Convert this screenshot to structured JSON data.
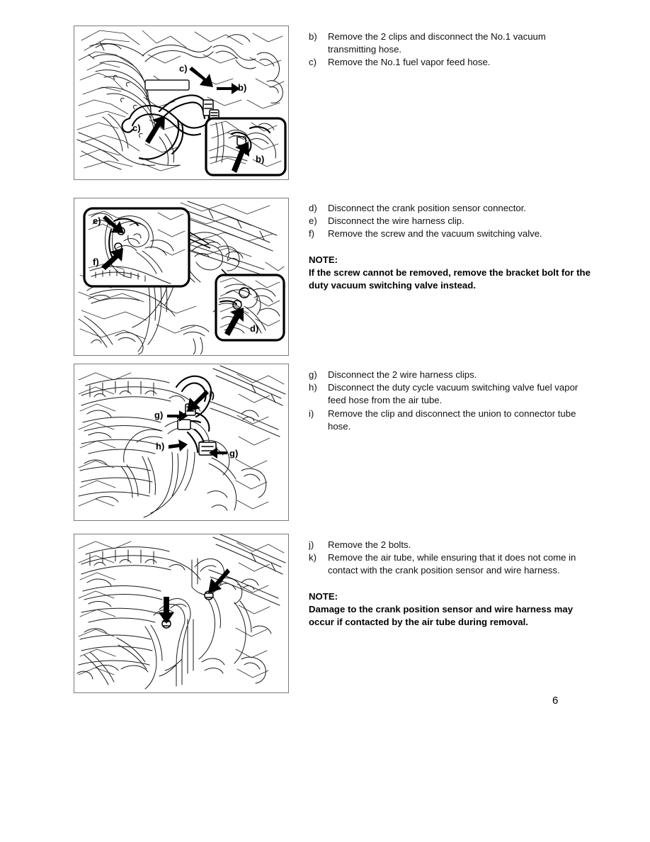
{
  "page": {
    "number": "6",
    "background_color": "#ffffff",
    "panel_border_color": "#7a7a7a",
    "ink_color": "#1a1a1a"
  },
  "sections": [
    {
      "id": "section-b-c",
      "figure": {
        "name": "engine-vacuum-hose-diagram",
        "callouts": [
          {
            "label": "c)",
            "arrow": "down-right"
          },
          {
            "label": "b)",
            "arrow": "left"
          },
          {
            "label": "c)",
            "arrow": "up-right"
          }
        ],
        "insets": [
          {
            "label": "b)",
            "arrow": "up-right",
            "position": "bottom-right"
          }
        ]
      },
      "items": [
        {
          "marker": "b)",
          "text": "Remove the 2 clips and disconnect the No.1 vacuum transmitting hose."
        },
        {
          "marker": "c)",
          "text": "Remove the No.1 fuel vapor feed hose."
        }
      ],
      "note": null
    },
    {
      "id": "section-d-e-f",
      "figure": {
        "name": "crank-position-sensor-diagram",
        "callouts": [],
        "insets": [
          {
            "label": "e)",
            "arrow": "down-right",
            "position": "top-left"
          },
          {
            "label": "f)",
            "arrow": "up-right",
            "position": "top-left"
          },
          {
            "label": "d)",
            "arrow": "up-right",
            "position": "bottom-right"
          }
        ]
      },
      "items": [
        {
          "marker": "d)",
          "text": "Disconnect the crank position sensor connector."
        },
        {
          "marker": "e)",
          "text": "Disconnect the wire harness clip."
        },
        {
          "marker": "f)",
          "text": "Remove the screw and the vacuum switching valve."
        }
      ],
      "note": {
        "title": "NOTE:",
        "text": "If the screw cannot be removed, remove the bracket bolt for the duty vacuum switching valve instead."
      }
    },
    {
      "id": "section-g-h-i",
      "figure": {
        "name": "duty-cycle-vacuum-switching-valve-diagram",
        "callouts": [
          {
            "label": "i)",
            "arrow": "down-left"
          },
          {
            "label": "g)",
            "arrow": "right"
          },
          {
            "label": "h)",
            "arrow": "right"
          },
          {
            "label": "g)",
            "arrow": "left"
          }
        ],
        "insets": []
      },
      "items": [
        {
          "marker": "g)",
          "text": "Disconnect the 2 wire harness clips."
        },
        {
          "marker": "h)",
          "text": "Disconnect the duty cycle vacuum switching valve fuel vapor feed hose from the air tube."
        },
        {
          "marker": "i)",
          "text": "Remove the clip and disconnect the union to connector tube hose."
        }
      ],
      "note": null
    },
    {
      "id": "section-j-k",
      "figure": {
        "name": "air-tube-bolts-diagram",
        "callouts": [
          {
            "label": "",
            "arrow": "down-left"
          },
          {
            "label": "",
            "arrow": "down"
          }
        ],
        "insets": []
      },
      "items": [
        {
          "marker": "j)",
          "text": "Remove the 2 bolts."
        },
        {
          "marker": "k)",
          "text": "Remove the air tube, while ensuring that it does not come in contact with the crank position sensor and wire harness."
        }
      ],
      "note": {
        "title": "NOTE:",
        "text": "Damage to the crank position sensor and wire harness may occur if contacted by the air tube during removal."
      }
    }
  ]
}
